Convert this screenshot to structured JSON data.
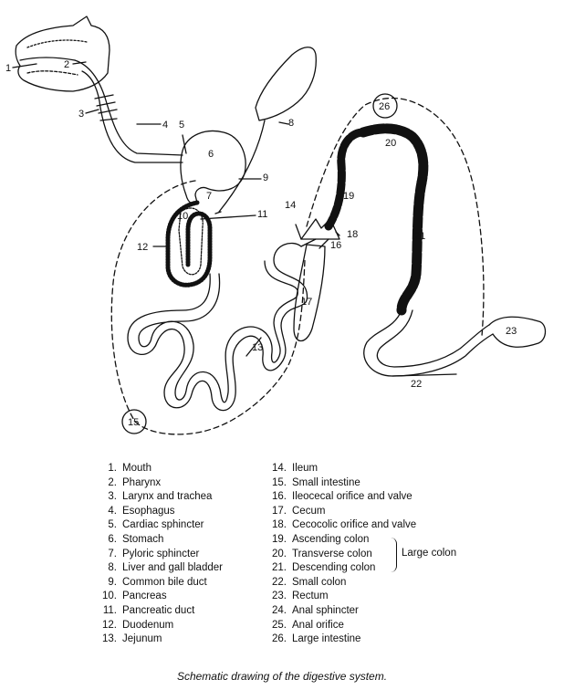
{
  "diagram_labels": [
    "1",
    "2",
    "3",
    "4",
    "5",
    "6",
    "7",
    "8",
    "9",
    "10",
    "11",
    "12",
    "13",
    "14",
    "15",
    "16",
    "17",
    "18",
    "19",
    "20",
    "21",
    "22",
    "23",
    "26"
  ],
  "legend_left": [
    {
      "num": "1.",
      "name": "Mouth"
    },
    {
      "num": "2.",
      "name": "Pharynx"
    },
    {
      "num": "3.",
      "name": "Larynx and trachea"
    },
    {
      "num": "4.",
      "name": "Esophagus"
    },
    {
      "num": "5.",
      "name": "Cardiac sphincter"
    },
    {
      "num": "6.",
      "name": "Stomach"
    },
    {
      "num": "7.",
      "name": "Pyloric sphincter"
    },
    {
      "num": "8.",
      "name": "Liver and gall bladder"
    },
    {
      "num": "9.",
      "name": "Common bile duct"
    },
    {
      "num": "10.",
      "name": "Pancreas"
    },
    {
      "num": "11.",
      "name": "Pancreatic duct"
    },
    {
      "num": "12.",
      "name": "Duodenum"
    },
    {
      "num": "13.",
      "name": "Jejunum"
    }
  ],
  "legend_right": [
    {
      "num": "14.",
      "name": "Ileum"
    },
    {
      "num": "15.",
      "name": "Small intestine"
    },
    {
      "num": "16.",
      "name": "Ileocecal orifice and valve"
    },
    {
      "num": "17.",
      "name": "Cecum"
    },
    {
      "num": "18.",
      "name": "Cecocolic orifice and valve"
    },
    {
      "num": "19.",
      "name": "Ascending colon"
    },
    {
      "num": "20.",
      "name": "Transverse colon"
    },
    {
      "num": "21.",
      "name": "Descending colon"
    },
    {
      "num": "22.",
      "name": "Small colon"
    },
    {
      "num": "23.",
      "name": "Rectum"
    },
    {
      "num": "24.",
      "name": "Anal sphincter"
    },
    {
      "num": "25.",
      "name": "Anal orifice"
    },
    {
      "num": "26.",
      "name": "Large intestine"
    }
  ],
  "bracket_label": "Large colon",
  "caption": "Schematic drawing of the digestive system."
}
